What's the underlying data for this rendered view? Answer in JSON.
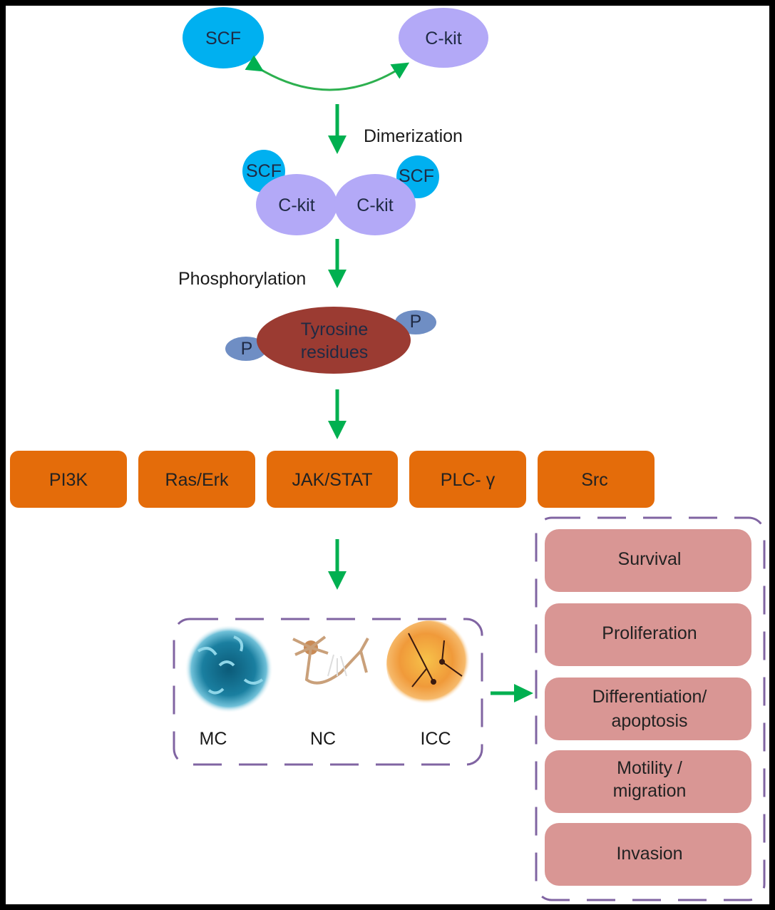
{
  "top": {
    "ligand": "SCF",
    "receptor": "C-kit"
  },
  "steps": {
    "dimerization": "Dimerization",
    "phosphorylation": "Phosphorylation"
  },
  "dimer": {
    "scf_left": "SCF",
    "scf_right": "SCF",
    "ckit_left": "C-kit",
    "ckit_right": "C-kit"
  },
  "tyrosine": {
    "line1": "Tyrosine",
    "line2": "residues",
    "p_left": "P",
    "p_right": "P"
  },
  "pathways": [
    "PI3K",
    "Ras/Erk",
    "JAK/STAT",
    "PLC- γ",
    "Src"
  ],
  "cells": [
    "MC",
    "NC",
    "ICC"
  ],
  "outcomes": {
    "survival": "Survival",
    "proliferation": "Proliferation",
    "differentiation_1": "Differentiation/",
    "differentiation_2": "apoptosis",
    "motility_1": "Motility /",
    "motility_2": "migration",
    "invasion": "Invasion"
  },
  "colors": {
    "scf": "#00b0f0",
    "ckit": "#b3a9f7",
    "tyrosine": "#9b3b32",
    "phosphate": "#6f8ec4",
    "pathway": "#e46c0a",
    "outcome": "#d99694",
    "dashed_border": "#8064a2",
    "arrow": "#00b050"
  }
}
